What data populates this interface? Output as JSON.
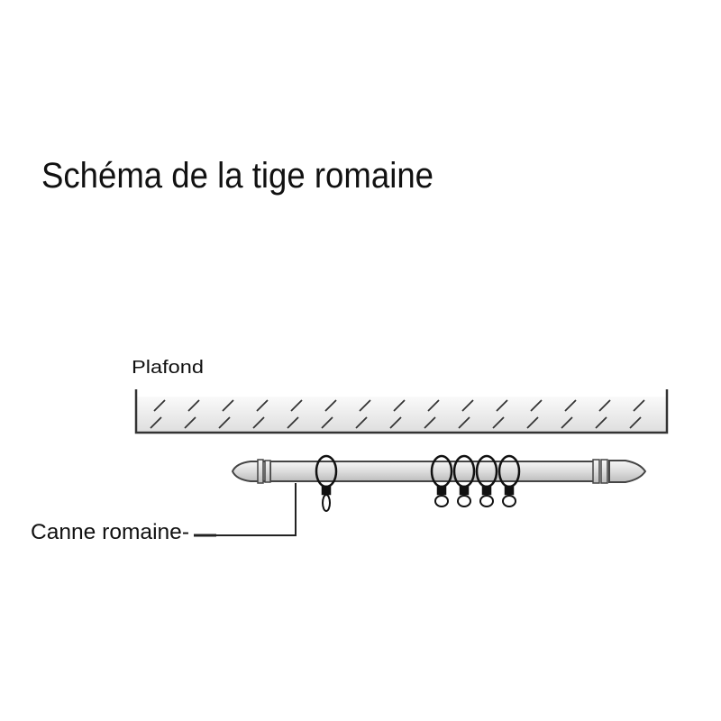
{
  "title": "Schéma de la tige romaine",
  "labels": {
    "ceiling": "Plafond",
    "rod": "Canne romaine-"
  },
  "colors": {
    "line": "#222222",
    "fill": "#e6e6e6",
    "text": "#111111"
  }
}
